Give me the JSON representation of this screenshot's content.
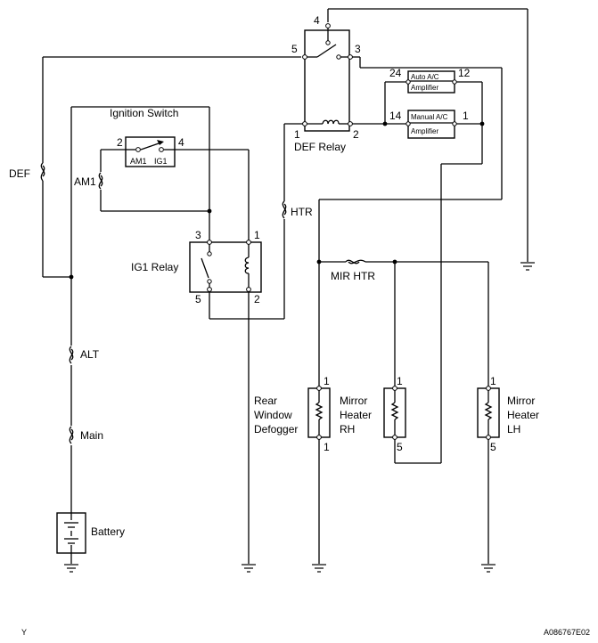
{
  "relays": {
    "def": {
      "label": "DEF Relay",
      "pins": {
        "p4": "4",
        "p5": "5",
        "p3": "3",
        "p1": "1",
        "p2": "2"
      }
    },
    "ig1": {
      "label": "IG1 Relay",
      "pins": {
        "p3": "3",
        "p1": "1",
        "p5": "5",
        "p2": "2"
      }
    }
  },
  "ignition_switch": {
    "label": "Ignition Switch",
    "pin_left": "2",
    "pin_right": "4",
    "contact_am1": "AM1",
    "contact_ig1": "IG1"
  },
  "fuses": {
    "def": "DEF",
    "am1": "AM1",
    "htr": "HTR",
    "mir_htr": "MIR HTR",
    "alt": "ALT",
    "main": "Main"
  },
  "amplifiers": {
    "auto": {
      "title": "Auto A/C",
      "subtitle": "Amplifier",
      "pin_left": "24",
      "pin_right": "12"
    },
    "manual": {
      "title": "Manual A/C",
      "subtitle": "Amplifier",
      "pin_left": "14",
      "pin_right": "1"
    }
  },
  "battery": {
    "label": "Battery"
  },
  "loads": {
    "rear_defogger": {
      "line1": "Rear",
      "line2": "Window",
      "line3": "Defogger",
      "pin_top": "1",
      "pin_bottom": "1"
    },
    "mirror_rh": {
      "line1": "Mirror",
      "line2": "Heater",
      "line3": "RH",
      "pin_top": "1",
      "pin_bottom": "5"
    },
    "mirror_lh": {
      "line1": "Mirror",
      "line2": "Heater",
      "line3": "LH",
      "pin_top": "1",
      "pin_bottom": "5"
    }
  },
  "footer": {
    "left_mark": "Y",
    "figure_code": "A086767E02"
  }
}
